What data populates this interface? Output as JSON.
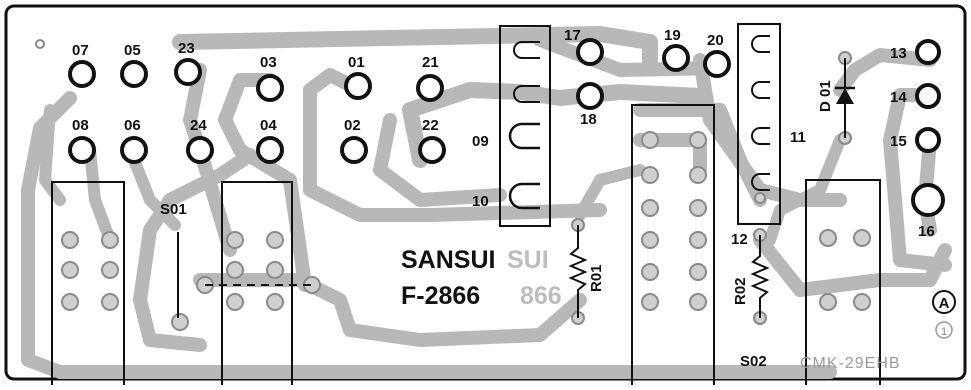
{
  "board": {
    "model": "SANSUI",
    "model_ghost": "SUI",
    "part_number": "F-2866",
    "part_ghost": "866",
    "pcb_code": "CMK-29EHB",
    "revision_mark": "A",
    "revision_sub": "1",
    "ink_color": "#111111",
    "trace_color": "#b8b8b8"
  },
  "pads": [
    "07",
    "05",
    "23",
    "03",
    "01",
    "21",
    "17",
    "19",
    "20",
    "13",
    "14",
    "15",
    "16",
    "08",
    "06",
    "24",
    "04",
    "02",
    "22",
    "18",
    "09",
    "10",
    "11",
    "12"
  ],
  "components": {
    "s01": "S01",
    "s02": "S02",
    "r01": "R01",
    "r02": "R02",
    "d01": "D 01"
  }
}
